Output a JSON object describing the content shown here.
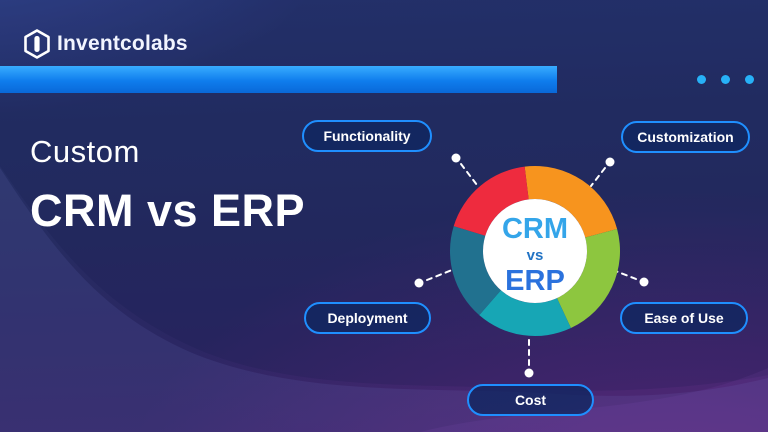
{
  "brand": {
    "name": "Inventcolabs",
    "icon": "hexagon-i-logo"
  },
  "header": {
    "accent_bar_color_top": "#38acff",
    "accent_bar_color_bottom": "#0968d8",
    "dots_color": "#27b1f7",
    "dots_count": 3
  },
  "title": {
    "line1": "Custom",
    "line2": "CRM vs ERP"
  },
  "chart_data": {
    "type": "pie",
    "variant": "donut",
    "title": "Custom CRM vs ERP comparison wheel",
    "values_shown": false,
    "legend_position": "around-callouts",
    "center_labels": {
      "top": "CRM",
      "middle": "vs",
      "bottom": "ERP"
    },
    "center_colors": {
      "top": "#34a5e9",
      "middle": "#2273c4",
      "bottom": "#2b72dd"
    },
    "segments": [
      {
        "label": "Customization",
        "color": "#f7941e",
        "start_deg": -7,
        "end_deg": 75
      },
      {
        "label": "Ease of Use",
        "color": "#8dc63f",
        "start_deg": 75,
        "end_deg": 155
      },
      {
        "label": "Cost",
        "color": "#17a6b5",
        "start_deg": 155,
        "end_deg": 221
      },
      {
        "label": "Deployment",
        "color": "#21718f",
        "start_deg": 221,
        "end_deg": 287
      },
      {
        "label": "Functionality",
        "color": "#ee2b3e",
        "start_deg": 287,
        "end_deg": 353
      }
    ]
  },
  "callouts": {
    "functionality": "Functionality",
    "customization": "Customization",
    "deployment": "Deployment",
    "ease_of_use": "Ease of Use",
    "cost": "Cost"
  },
  "pill_border_color": "#1f8fff"
}
